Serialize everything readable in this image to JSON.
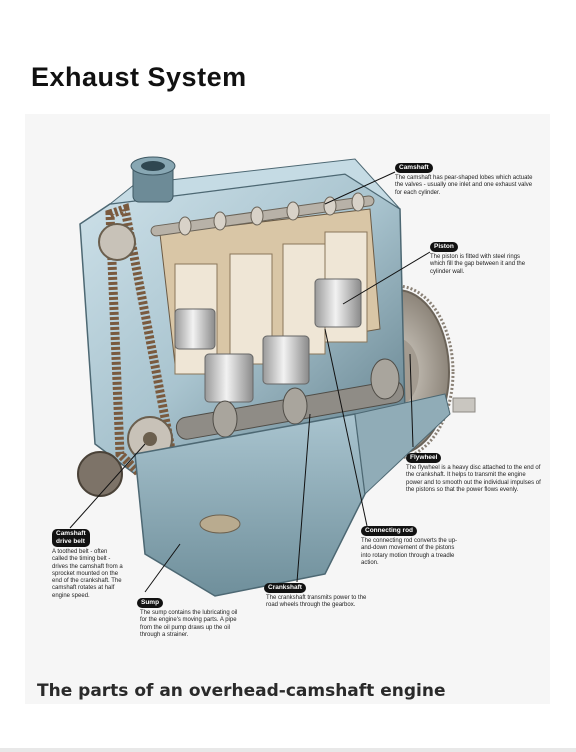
{
  "page": {
    "title": "Exhaust System",
    "caption": "The parts of an overhead-camshaft engine"
  },
  "callouts": {
    "camshaft": {
      "label": "Camshaft",
      "text": "The camshaft has pear-shaped lobes which actuate the valves - usually one inlet and one exhaust valve for each cylinder."
    },
    "piston": {
      "label": "Piston",
      "text": "The piston is fitted with steel rings which fill the gap between it and the cylinder wall."
    },
    "flywheel": {
      "label": "Flywheel",
      "text": "The flywheel is a heavy disc attached to the end of the crankshaft. It helps to transmit the engine power and to smooth out the individual impulses of the pistons so that the power flows evenly."
    },
    "connecting_rod": {
      "label": "Connecting rod",
      "text": "The connecting rod converts the up-and-down movement of the pistons into rotary motion through a treadle action."
    },
    "crankshaft": {
      "label": "Crankshaft",
      "text": "The crankshaft transmits power to the road wheels through the gearbox."
    },
    "sump": {
      "label": "Sump",
      "text": "The sump contains the lubricating oil for the engine's moving parts. A pipe from the oil pump draws up the oil through a strainer."
    },
    "camshaft_drive_belt": {
      "label": "Camshaft drive belt",
      "text": "A toothed belt - often called the timing belt - drives the camshaft from a sprocket mounted on the end of the crankshaft. The camshaft rotates at half engine speed."
    }
  },
  "colors": {
    "engine_block": "#a9c4cf",
    "engine_dark": "#5c7a86",
    "cutaway": "#d9c6a6",
    "piston": "#dcdcdc",
    "belt": "#7a5a3e",
    "flywheel": "#b7b0a6"
  }
}
